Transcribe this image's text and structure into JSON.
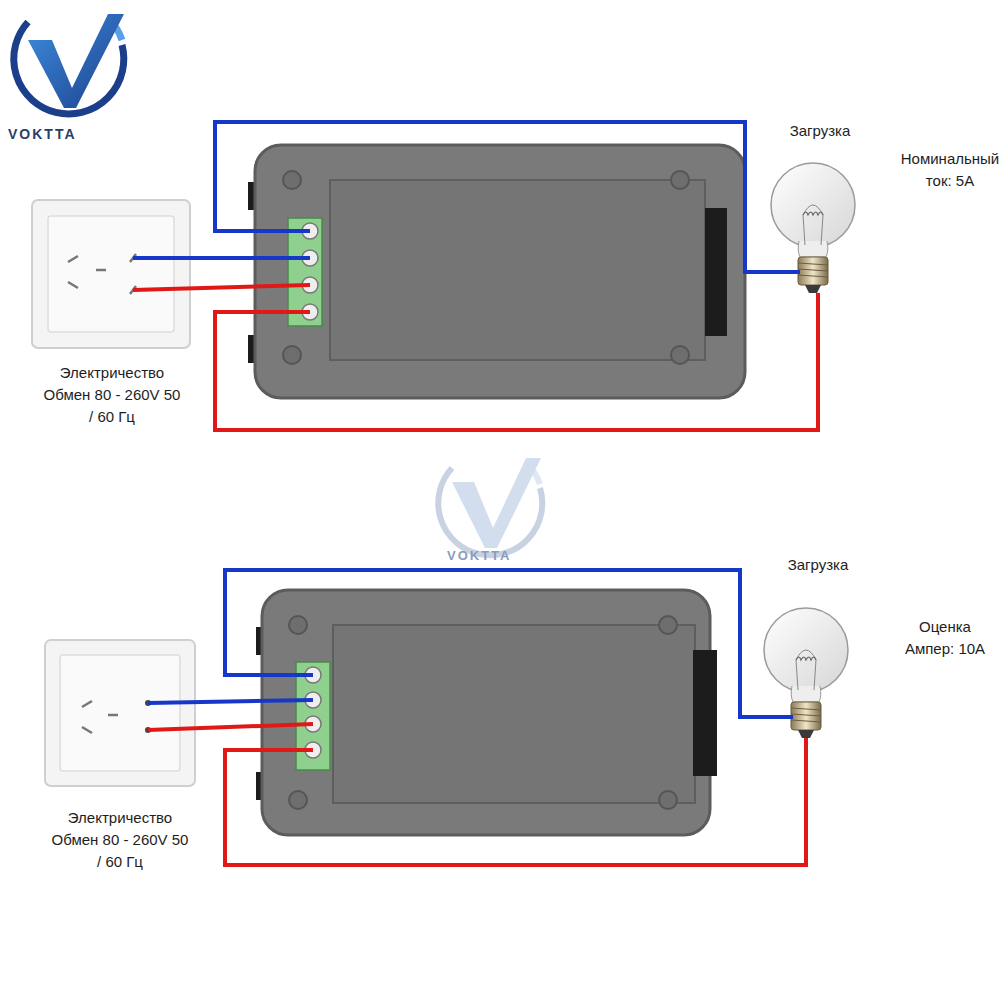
{
  "diagram": {
    "nodes": [
      {
        "text": [
          "Электричество Обмен 80 - 260V 50 / 60 Гц"
        ]
      },
      {
        "text": [
          "Загрузка",
          "Номинальный ток: 5A"
        ]
      },
      {
        "text": [
          "Электричество Обмен 80 - 260V 50 / 60 Гц"
        ]
      },
      {
        "text": [
          "Загрузка",
          "Оценка Ампер: 10A"
        ]
      }
    ],
    "labels": [
      "VOKTTA",
      "VOKTTA"
    ]
  }
}
